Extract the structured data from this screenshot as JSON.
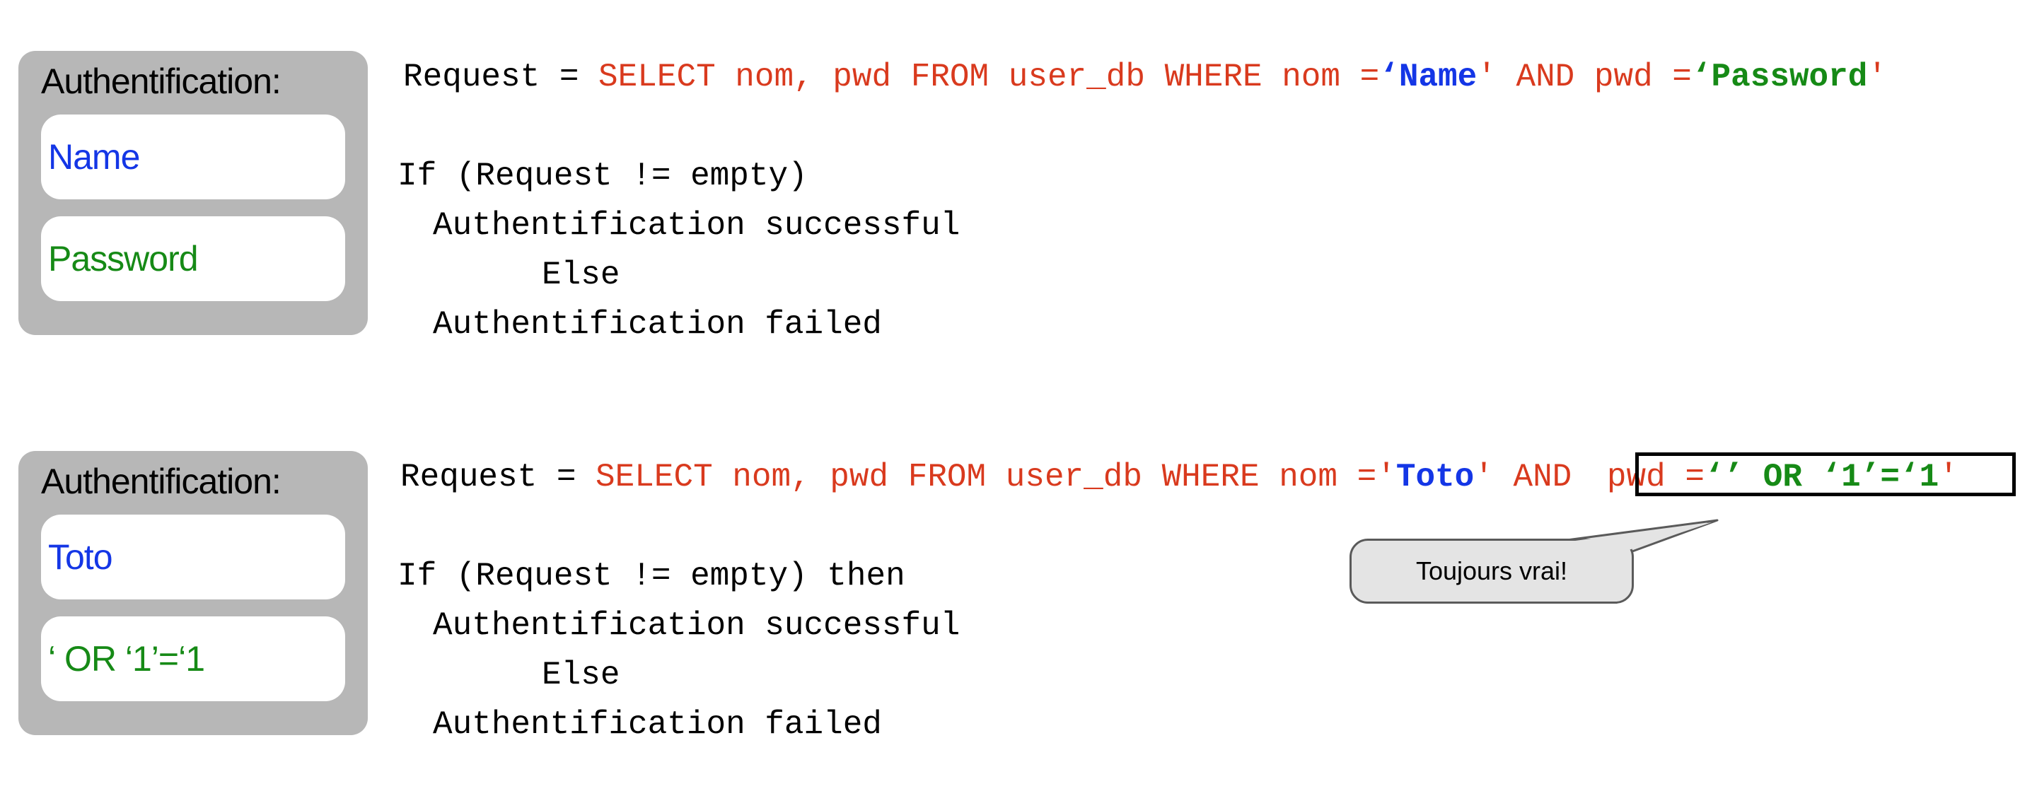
{
  "example1": {
    "panel_title": "Authentification:",
    "name_field": "Name",
    "password_field": "Password",
    "request_prefix": "Request = ",
    "sql_start": "SELECT nom, pwd FROM user_db WHERE nom =",
    "name_value": "‘Name",
    "sql_mid": "' AND pwd =",
    "pwd_value": "‘Password",
    "sql_end": "'",
    "if_line": "If (Request != empty)",
    "success_line": "Authentification successful",
    "else_line": "Else",
    "failed_line": "Authentification failed"
  },
  "example2": {
    "panel_title": "Authentification:",
    "name_field": "Toto",
    "password_field": "‘ OR ‘1’=‘1",
    "request_prefix": "Request = ",
    "sql_start": "SELECT nom, pwd FROM user_db WHERE nom ='",
    "name_value": "Toto",
    "sql_mid": "' AND ",
    "sql_pwd": "pwd =",
    "injected_value": "‘’ OR ‘1’=‘1",
    "sql_end": "'",
    "if_line": "If (Request != empty) then",
    "success_line": "Authentification successful",
    "else_line": "Else",
    "failed_line": "Authentification failed",
    "callout": "Toujours vrai!"
  },
  "colors": {
    "sql": "#d93a1e",
    "name": "#1436e6",
    "password": "#168a16",
    "panel": "#b7b7b7",
    "callout": "#e4e4e4"
  }
}
